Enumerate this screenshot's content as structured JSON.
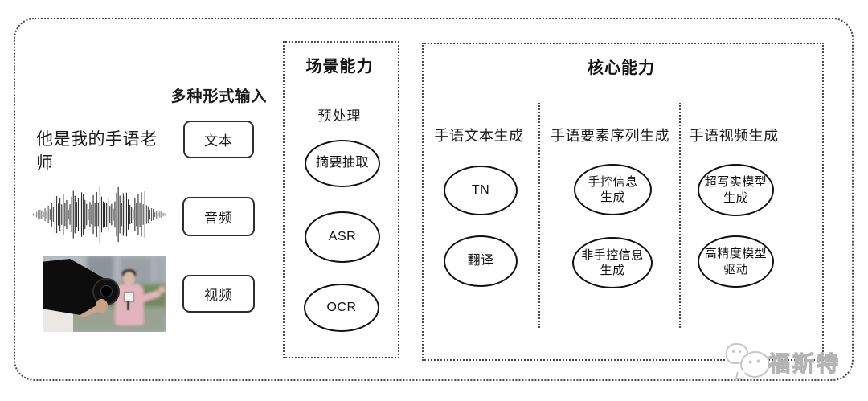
{
  "input_section": {
    "title": "多种形式输入",
    "text_sample": "他是我的手语老师",
    "items": [
      {
        "label": "文本"
      },
      {
        "label": "音频"
      },
      {
        "label": "视频"
      }
    ]
  },
  "scene_section": {
    "title": "场景能力",
    "subtitle": "预处理",
    "nodes": [
      "摘要抽取",
      "ASR",
      "OCR"
    ]
  },
  "core_section": {
    "title": "核心能力",
    "columns": [
      {
        "label": "手语文本生成",
        "nodes": [
          "TN",
          "翻译"
        ]
      },
      {
        "label": "手语要素序列生成",
        "nodes": [
          "手控信息\n生成",
          "非手控信息\n生成"
        ]
      },
      {
        "label": "手语视频生成",
        "nodes": [
          "超写实模型\n生成",
          "高精度模型\n驱动"
        ]
      }
    ]
  },
  "watermark": {
    "text": "福斯特"
  },
  "colors": {
    "border": "#4a4a4a",
    "node_border": "#111111",
    "text": "#1a1a1a",
    "watermark": "#c6c6c6"
  }
}
